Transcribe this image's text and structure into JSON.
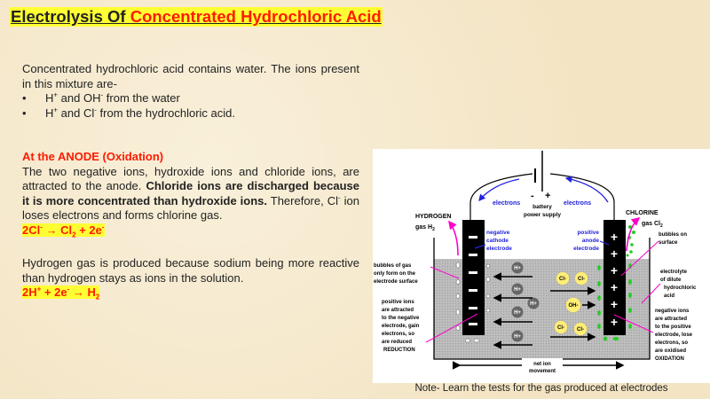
{
  "title": {
    "part1": "Electrolysis Of ",
    "part2": "Concentrated Hydrochloric Acid"
  },
  "intro": {
    "text": "Concentrated hydrochloric acid contains water. The ions present in this mixture are-",
    "bullets": [
      {
        "a": "H",
        "a_sup": "+",
        "b": " and OH",
        "b_sup": "-",
        "c": " from the water"
      },
      {
        "a": "H",
        "a_sup": "+",
        "b": " and Cl",
        "b_sup": "-",
        "c": " from the hydrochloric acid."
      }
    ]
  },
  "anode": {
    "heading": "At the ANODE (Oxidation)",
    "text1": "The two negative ions, hydroxide ions and chloride ions, are attracted to the anode. ",
    "bold": "Chloride ions are discharged because it is more concentrated than hydroxide ions.",
    "text2a": " Therefore, Cl",
    "text2sup": "-",
    "text2b": " ion loses electrons and forms chlorine gas.",
    "eq": {
      "p1": "2Cl",
      "p1sup": "-",
      "p2": " →  Cl",
      "p2sub": "2",
      "p3": " + 2e",
      "p3sup": "-"
    }
  },
  "hydrogen": {
    "text": "Hydrogen gas is produced because sodium being more reactive than hydrogen stays as ions in the solution.",
    "eq": {
      "p1": "2H",
      "p1sup": "+",
      "p2": " + 2e",
      "p2sup": "-",
      "p3": " → H",
      "p3sub": "2"
    }
  },
  "diagram": {
    "electrons_left": "electrons",
    "electrons_right": "electrons",
    "battery_minus": "-",
    "battery_plus": "+",
    "battery_line1": "battery",
    "battery_line2": "power supply",
    "hydrogen_label": "HYDROGEN",
    "hydrogen_gas": "gas H",
    "hydrogen_sub": "2",
    "chlorine_label": "CHLORINE",
    "chlorine_gas": "gas Cl",
    "chlorine_sub": "2",
    "cathode": [
      "negative",
      "cathode",
      "electrode"
    ],
    "anode": [
      "positive",
      "anode",
      "electrode"
    ],
    "bubbles_left": [
      "bubbles of gas",
      "only form on the",
      "electrode surface"
    ],
    "positive_ions": [
      "positive ions",
      "are attracted",
      "to the negative",
      "electrode, gain",
      "electrons, so",
      "are reduced",
      "REDUCTION"
    ],
    "bubbles_right": [
      "bubbles on",
      "surface"
    ],
    "electrolyte": [
      "electrolyte",
      "of dilute",
      "hydrochloric",
      "acid"
    ],
    "negative_ions": [
      "negative ions",
      "are attracted",
      "to the positive",
      "electrode, lose",
      "electrons, so",
      "are oxidised",
      "OXIDATION"
    ],
    "net_ion": [
      "net ion",
      "movement"
    ],
    "ion_h": "H+",
    "ion_cl": "Cl-",
    "ion_oh": "OH-",
    "minus_sign": "−",
    "plus_sign": "+"
  },
  "note": "Note- Learn the tests for the gas produced at electrodes",
  "colors": {
    "red": "#ff1a00",
    "highlight": "#ffff33",
    "blue": "#2222dd",
    "magenta": "#ff00cc",
    "green": "#22cc22"
  }
}
